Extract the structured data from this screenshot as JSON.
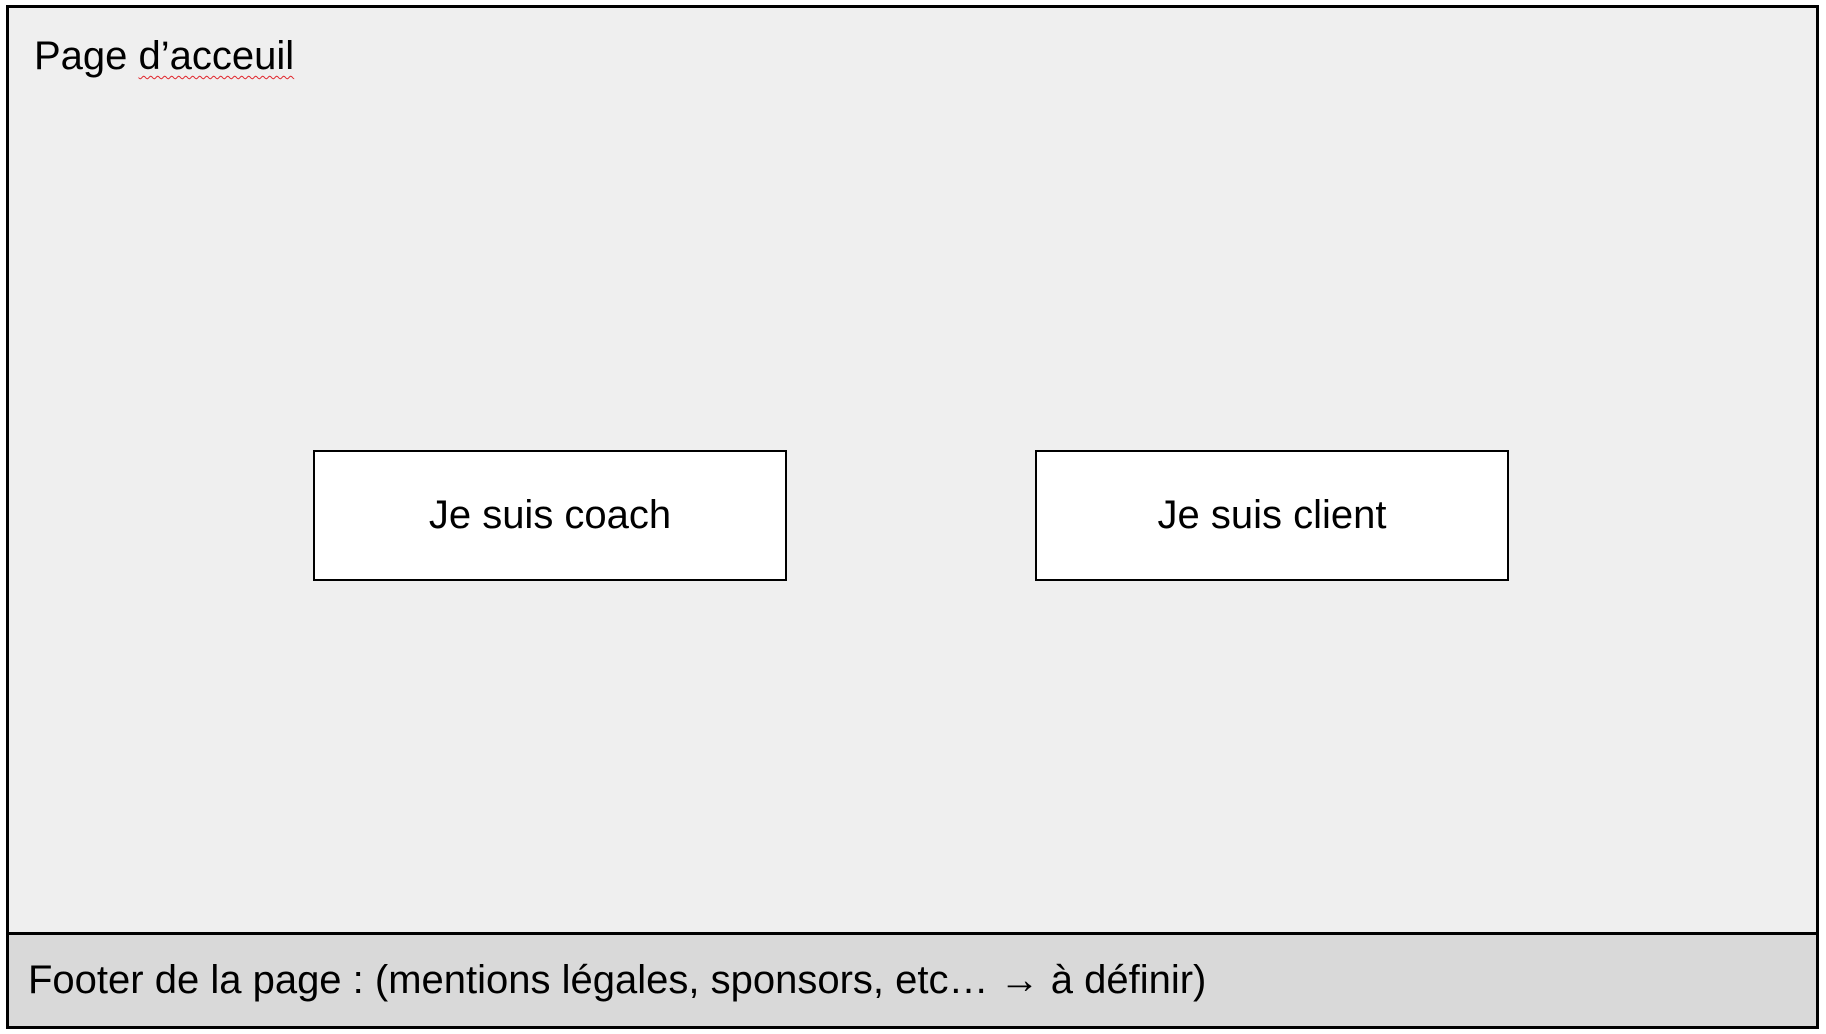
{
  "page": {
    "title_prefix": "Page ",
    "title_underlined": "d’acceuil"
  },
  "buttons": {
    "coach_label": "Je suis coach",
    "client_label": "Je suis client"
  },
  "footer": {
    "text": "Footer de la page : (mentions légales, sponsors, etc… → à définir)"
  },
  "colors": {
    "page_background": "#efefef",
    "footer_background": "#d9d9d9",
    "button_background": "#ffffff",
    "border": "#000000",
    "spellcheck_underline": "#e0242b"
  }
}
